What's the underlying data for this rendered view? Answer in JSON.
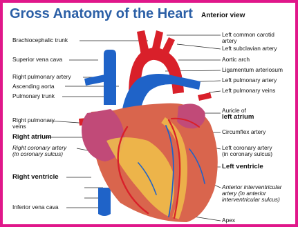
{
  "title": "Gross Anatomy of the Heart",
  "subtitle": "Anterior view",
  "colors": {
    "frame": "#e0178a",
    "title": "#2b5fa6",
    "vein_blue": "#1f63c8",
    "artery_red": "#d9202a",
    "myocardium": "#d9654d",
    "fat_yellow": "#f0c24a",
    "auricle": "#c14a78"
  },
  "labels": {
    "left": {
      "brachiocephalic": "Brachiocephalic trunk",
      "svc": "Superior vena cava",
      "right_pulm_artery": "Right pulmonary artery",
      "ascending_aorta": "Ascending aorta",
      "pulm_trunk": "Pulmonary trunk",
      "right_pulm_veins_1": "Right pulmonary",
      "right_pulm_veins_2": "veins",
      "right_atrium": "Right atrium",
      "rca_1": "Right coronary artery",
      "rca_2": "(in coronary sulcus)",
      "right_ventricle": "Right ventricle",
      "ivc": "Inferior vena cava"
    },
    "right": {
      "lcc_1": "Left common carotid",
      "lcc_2": "artery",
      "left_subclavian": "Left subclavian artery",
      "aortic_arch": "Aortic arch",
      "lig_arteriosum": "Ligamentum arteriosum",
      "left_pulm_artery": "Left pulmonary artery",
      "left_pulm_veins": "Left pulmonary veins",
      "auricle_1": "Auricle of",
      "auricle_2": "left atrium",
      "circumflex": "Circumflex artery",
      "lca_1": "Left coronary artery",
      "lca_2": "(in coronary sulcus)",
      "left_ventricle": "Left ventricle",
      "aiv_1": "Anterior interventricular",
      "aiv_2": "artery (in anterior",
      "aiv_3": "interventricular sulcus)",
      "apex": "Apex"
    }
  }
}
